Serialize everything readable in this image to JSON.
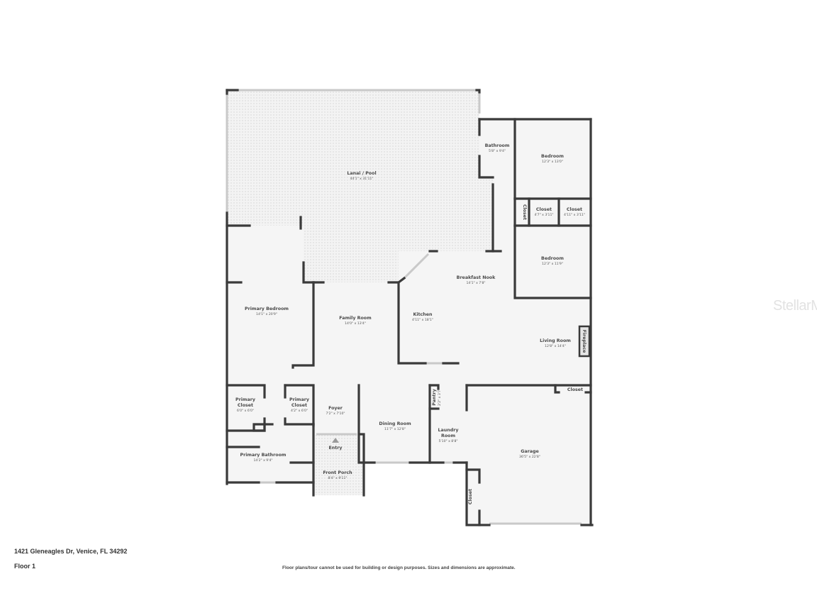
{
  "address": "1421 Gleneagles Dr, Venice, FL 34292",
  "floor_label": "Floor 1",
  "disclaimer": "Floor plans/tour cannot be used for building or design purposes. Sizes and dimensions are approximate.",
  "watermark": "StellarMLS",
  "colors": {
    "wall": "#3a3a3a",
    "floor": "#f5f5f5",
    "window": "#c9c9c9",
    "outdoor_pattern": "#e4e4e4",
    "text": "#4a4a4a"
  },
  "rooms": {
    "lanai": {
      "name": "Lanai / Pool",
      "dim": "44'1\" x 31'11\""
    },
    "bathroom": {
      "name": "Bathroom",
      "dim": "5'8\" x 9'4\""
    },
    "bedroom1": {
      "name": "Bedroom",
      "dim": "12'3\" x 13'0\""
    },
    "closet_small": {
      "name": "Closet"
    },
    "closet_a": {
      "name": "Closet",
      "dim": "4'7\" x 3'11\""
    },
    "closet_b": {
      "name": "Closet",
      "dim": "4'11\" x 3'11\""
    },
    "bedroom2": {
      "name": "Bedroom",
      "dim": "12'3\" x 11'9\""
    },
    "breakfast_nook": {
      "name": "Breakfast Nook",
      "dim": "14'1\" x 7'8\""
    },
    "primary_bedroom": {
      "name": "Primary Bedroom",
      "dim": "14'1\" x 20'9\""
    },
    "family_room": {
      "name": "Family Room",
      "dim": "14'0\" x 13'4\""
    },
    "kitchen": {
      "name": "Kitchen",
      "dim": "4'11\" x 18'1\""
    },
    "living_room": {
      "name": "Living Room",
      "dim": "12'8\" x 14'4\""
    },
    "fireplace": {
      "name": "Fireplace"
    },
    "primary_closet1": {
      "name1": "Primary",
      "name2": "Closet",
      "dim": "6'0\" x 6'0\""
    },
    "primary_closet2": {
      "name1": "Primary",
      "name2": "Closet",
      "dim": "4'2\" x 6'0\""
    },
    "foyer": {
      "name": "Foyer",
      "dim": "7'2\" x 7'10\""
    },
    "dining_room": {
      "name": "Dining Room",
      "dim": "11'7\" x 12'8\""
    },
    "pantry": {
      "name": "Pantry",
      "dim": "2'2\" x 3'7\""
    },
    "laundry": {
      "name1": "Laundry",
      "name2": "Room",
      "dim": "5'10\" x 8'8\""
    },
    "garage_closet_top": {
      "name": "Closet"
    },
    "garage": {
      "name": "Garage",
      "dim": "36'5\" x 22'8\""
    },
    "garage_closet_side": {
      "name": "Closet"
    },
    "primary_bathroom": {
      "name": "Primary Bathroom",
      "dim": "14'2\" x 9'4\""
    },
    "entry": {
      "name": "Entry"
    },
    "front_porch": {
      "name": "Front Porch",
      "dim": "8'4\" x 9'11\""
    }
  }
}
